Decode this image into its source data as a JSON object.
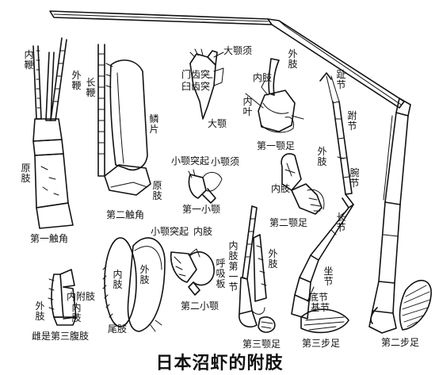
{
  "title": "日本沼虾的附肢",
  "colors": {
    "ink": "#111111",
    "background": "#ffffff"
  },
  "labels": {
    "inner_flagellum": "内鞭",
    "outer_flagellum": "外鞭",
    "protopodite_a1": "原肢",
    "first_antenna": "第一触角",
    "long_flagellum": "长鞭",
    "scale": "鳞片",
    "protopodite_a2": "原肢",
    "second_antenna": "第二触角",
    "mandible_palp": "大颚须",
    "incisor_process": "门齿突",
    "molar_process": "臼齿突",
    "mandible": "大颚",
    "maxillule_process": "小颚突起",
    "maxillule_palp": "小颚须",
    "first_maxillule": "第一小颚",
    "mxp1_outer": "外肢",
    "mxp1_inner": "内肢",
    "mxp1_leaf": "内叶",
    "first_maxilliped": "第一颚足",
    "mxp2_outer": "外肢",
    "mxp2_inner": "内肢",
    "second_maxilliped": "第二颚足",
    "dactyl": "趾节",
    "propodus": "跗节",
    "carpus": "腕节",
    "merus": "长节",
    "ischium": "坐节",
    "coxa": "底节",
    "basis": "基节",
    "third_pereiopod": "第三步足",
    "second_pereiopod": "第二步足",
    "uro_inner": "内肢",
    "uro_outer": "外肢",
    "uropod": "尾肢",
    "mx2_process": "小颚突起",
    "mx2_inner": "内肢",
    "breathing_plate": "呼吸板",
    "second_maxilla": "第二小颚",
    "mxp3_inner": "内肢第一节",
    "mxp3_outer": "外肢",
    "third_maxilliped": "第三颚足",
    "pl_inner": "内附肢",
    "pl_endo": "内肢",
    "pl_outer": "外肢",
    "male_pleopod": "雌是第三腹肢"
  }
}
